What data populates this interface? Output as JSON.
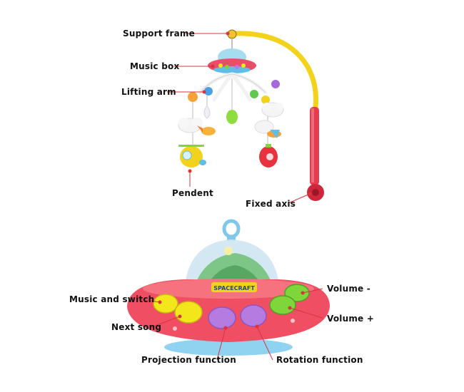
{
  "labels": {
    "support_frame": "Support frame",
    "music_box": "Music box",
    "lifting_arm": "Lifting arm",
    "pendent": "Pendent",
    "fixed_axis": "Fixed axis",
    "music_and_switch": "Music and switch",
    "next_song": "Next song",
    "projection_function": "Projection function",
    "rotation_function": "Rotation function",
    "volume_minus": "Volume -",
    "volume_plus": "Volume +"
  },
  "toy_print": "SPACECRAFT",
  "colors": {
    "leader_line": "#d9343f",
    "arm_yellow": "#f2d21b",
    "axis_red": "#e63a4f",
    "ufo_body": "#f04e63",
    "button_yellow": "#f3e71c",
    "button_green": "#7ed63a",
    "button_purple": "#b57be0",
    "dome_green": "#6fbf73"
  }
}
